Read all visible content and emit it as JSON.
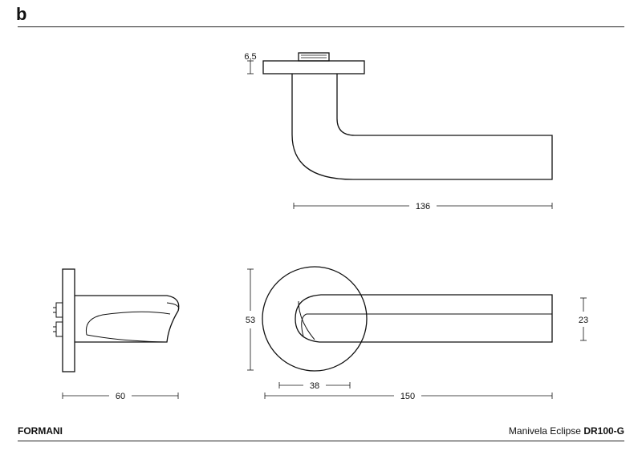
{
  "header": {
    "logo": "b"
  },
  "footer": {
    "brand": "FORMANI",
    "product_name": "Manivela Eclipse",
    "product_code": "DR100-G"
  },
  "dimensions": {
    "rose_thickness": "6,5",
    "top_length": "136",
    "side_depth": "60",
    "rose_diameter": "53",
    "rose_offset": "38",
    "front_length": "150",
    "lever_height": "23"
  }
}
